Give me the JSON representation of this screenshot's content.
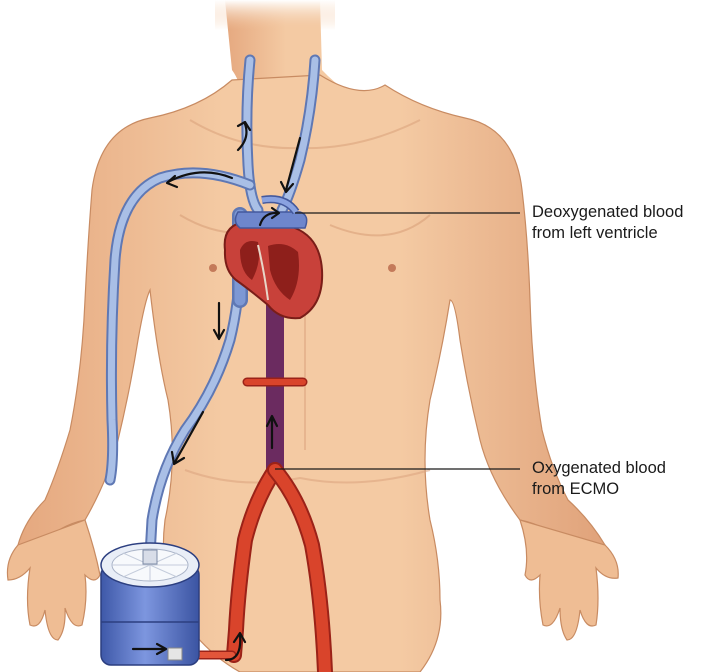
{
  "labels": {
    "deoxygenated": {
      "line1": "Deoxygenated blood",
      "line2": "from left ventricle"
    },
    "oxygenated": {
      "line1": "Oxygenated blood",
      "line2": "from ECMO"
    }
  },
  "colors": {
    "skin": "#f2c49d",
    "skin_shadow": "#d79a70",
    "venous": "#9fb6de",
    "venous_outline": "#5f78b4",
    "arterial": "#d9442b",
    "arterial_outline": "#9b2218",
    "heart": "#c8413a",
    "oxygenator": "#5b76c4",
    "arrow": "#111111"
  },
  "icons": [
    "oxygenator-device",
    "heart",
    "flow-arrow"
  ]
}
